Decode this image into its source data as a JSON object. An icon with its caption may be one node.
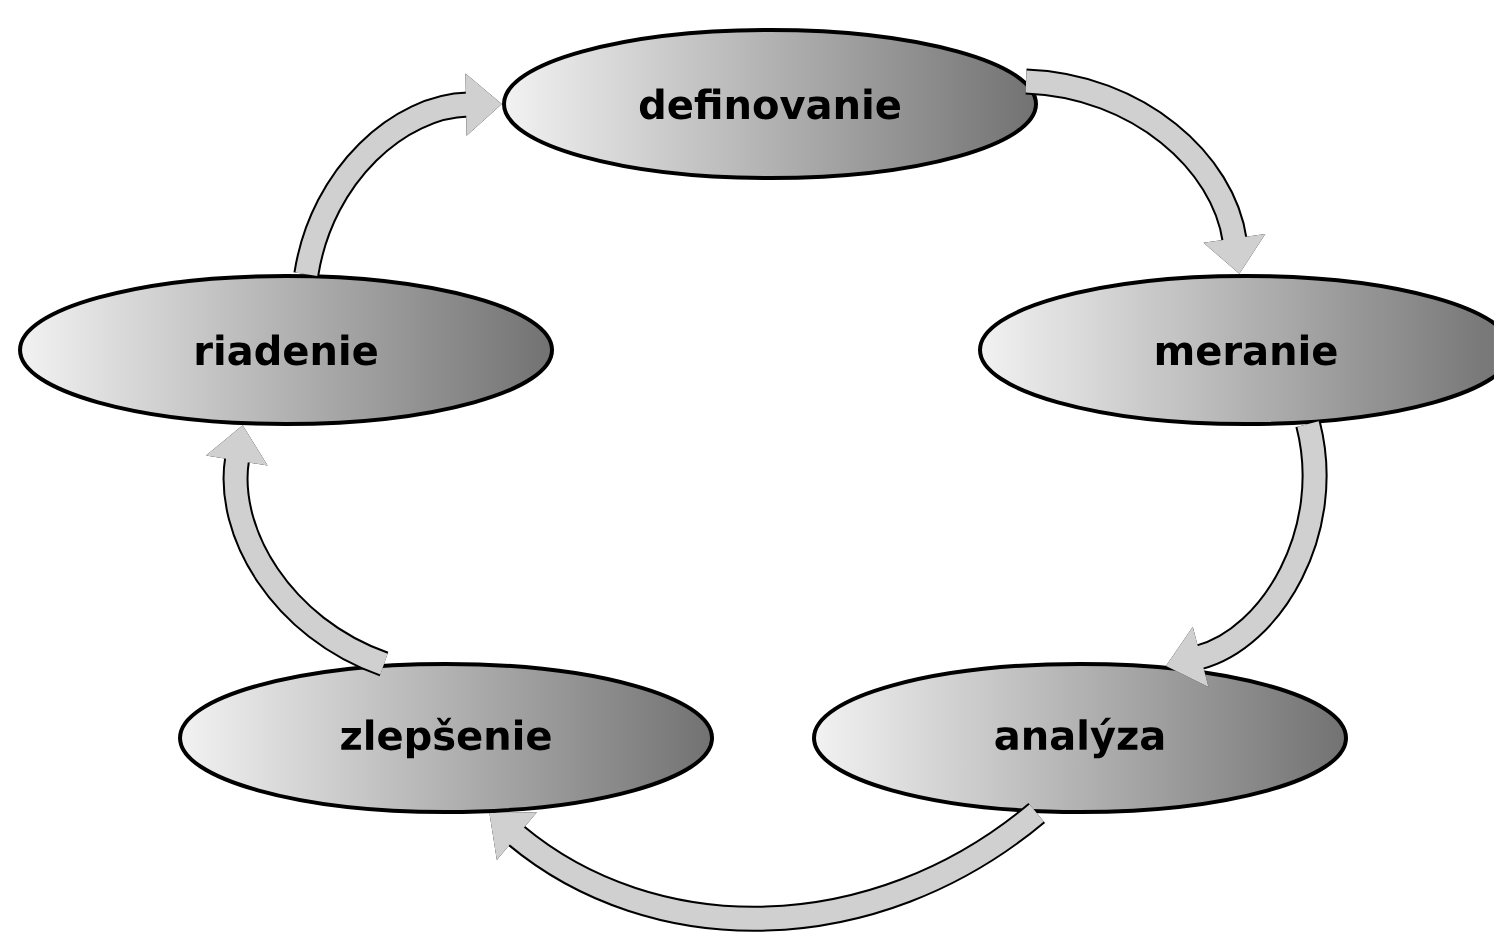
{
  "diagram": {
    "nodes": [
      {
        "text": [
          "definovanie"
        ]
      },
      {
        "text": [
          "meranie"
        ]
      },
      {
        "text": [
          "analýza"
        ]
      },
      {
        "text": [
          "zlepšenie"
        ]
      },
      {
        "text": [
          "riadenie"
        ]
      }
    ],
    "edges": [
      {
        "from": 0,
        "to": 1,
        "arrow": "to"
      },
      {
        "from": 1,
        "to": 2,
        "arrow": "to"
      },
      {
        "from": 2,
        "to": 3,
        "arrow": "to"
      },
      {
        "from": 3,
        "to": 4,
        "arrow": "to"
      },
      {
        "from": 4,
        "to": 0,
        "arrow": "to"
      }
    ]
  }
}
